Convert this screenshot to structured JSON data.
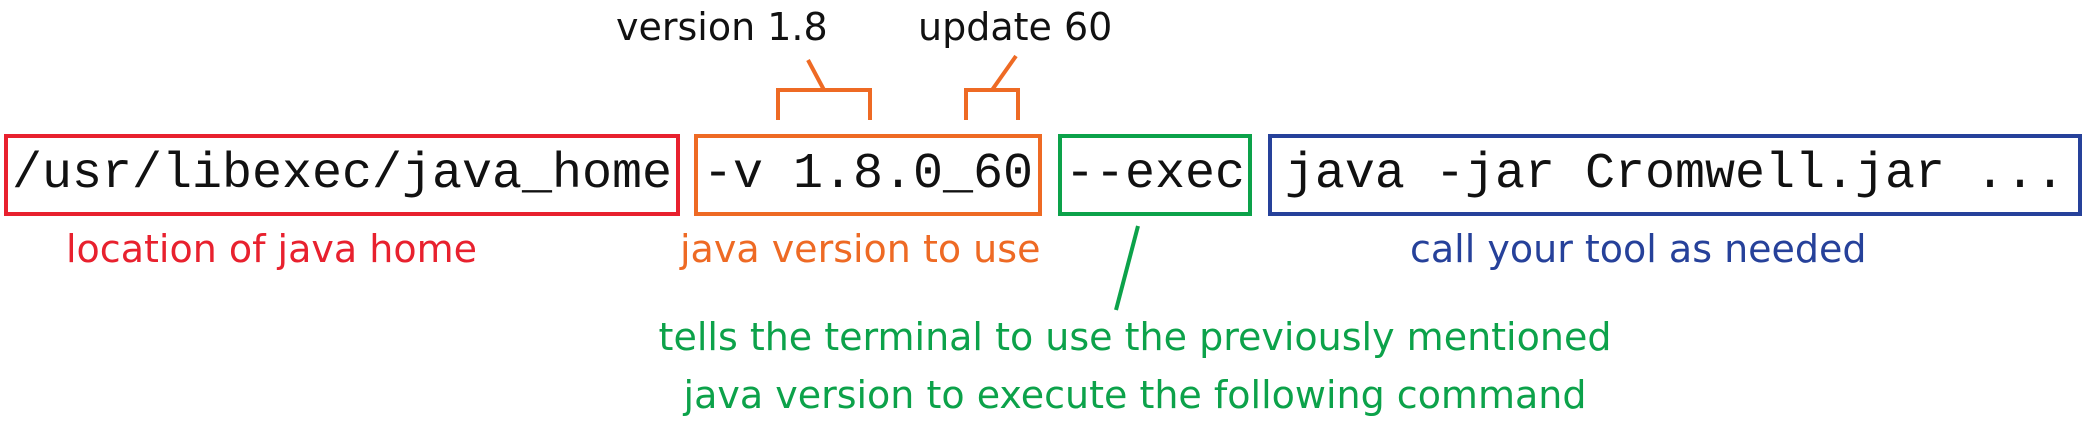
{
  "colors": {
    "red": "#e8212e",
    "orange": "#ee6a24",
    "green": "#0ca24a",
    "blue": "#26419a",
    "text": "#111111"
  },
  "command": {
    "path": "/usr/libexec/java_home",
    "version_flag": "-v 1.8.0_60",
    "exec_flag": "--exec",
    "tool": "java -jar Cromwell.jar ..."
  },
  "annotations": {
    "version_top": "version 1.8",
    "update_top": "update 60",
    "location": "location of java home",
    "java_version": "java version to use",
    "call_tool": "call your tool as needed",
    "exec_line1": "tells the terminal to use the previously mentioned",
    "exec_line2": "java version to execute the following command"
  }
}
